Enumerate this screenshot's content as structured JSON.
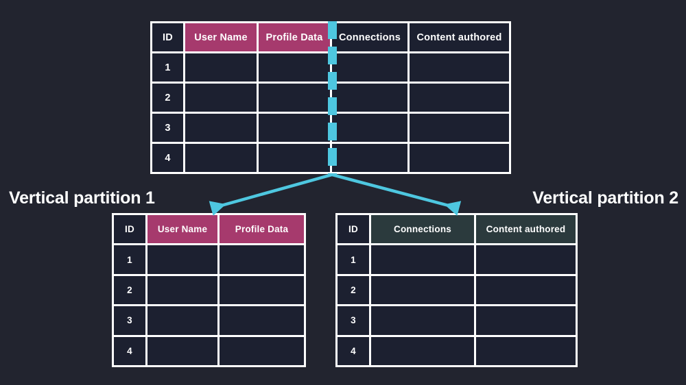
{
  "theme": {
    "background": "#22242f",
    "table_border": "#ffffff",
    "cell_fill": "#1c2030",
    "header_magenta": "#a63a6d",
    "header_slate": "#2b3a3d",
    "accent_cyan": "#4ec7e0",
    "text": "#ffffff"
  },
  "main_table": {
    "name": "original-table",
    "headers": [
      "ID",
      "User Name",
      "Profile Data",
      "Connections",
      "Content authored"
    ],
    "header_styles": [
      "navy",
      "magenta",
      "magenta",
      "navy",
      "navy"
    ],
    "rows": [
      {
        "id": "1",
        "user_name": "",
        "profile_data": "",
        "connections": "",
        "content_authored": ""
      },
      {
        "id": "2",
        "user_name": "",
        "profile_data": "",
        "connections": "",
        "content_authored": ""
      },
      {
        "id": "3",
        "user_name": "",
        "profile_data": "",
        "connections": "",
        "content_authored": ""
      },
      {
        "id": "4",
        "user_name": "",
        "profile_data": "",
        "connections": "",
        "content_authored": ""
      }
    ]
  },
  "divider": {
    "name": "vertical-split-line",
    "style": "dashed",
    "color": "#4ec7e0",
    "orientation": "vertical"
  },
  "arrows": {
    "left": {
      "name": "arrow-to-partition-1",
      "color": "#4ec7e0"
    },
    "right": {
      "name": "arrow-to-partition-2",
      "color": "#4ec7e0"
    }
  },
  "captions": {
    "left": "Vertical partition 1",
    "right": "Vertical partition 2"
  },
  "partition1_table": {
    "name": "vertical-partition-1-table",
    "headers": [
      "ID",
      "User Name",
      "Profile Data"
    ],
    "header_styles": [
      "navy",
      "magenta",
      "magenta"
    ],
    "rows": [
      {
        "id": "1",
        "user_name": "",
        "profile_data": ""
      },
      {
        "id": "2",
        "user_name": "",
        "profile_data": ""
      },
      {
        "id": "3",
        "user_name": "",
        "profile_data": ""
      },
      {
        "id": "4",
        "user_name": "",
        "profile_data": ""
      }
    ]
  },
  "partition2_table": {
    "name": "vertical-partition-2-table",
    "headers": [
      "ID",
      "Connections",
      "Content authored"
    ],
    "header_styles": [
      "navy",
      "slate",
      "slate"
    ],
    "rows": [
      {
        "id": "1",
        "connections": "",
        "content_authored": ""
      },
      {
        "id": "2",
        "connections": "",
        "content_authored": ""
      },
      {
        "id": "3",
        "connections": "",
        "content_authored": ""
      },
      {
        "id": "4",
        "connections": "",
        "content_authored": ""
      }
    ]
  }
}
